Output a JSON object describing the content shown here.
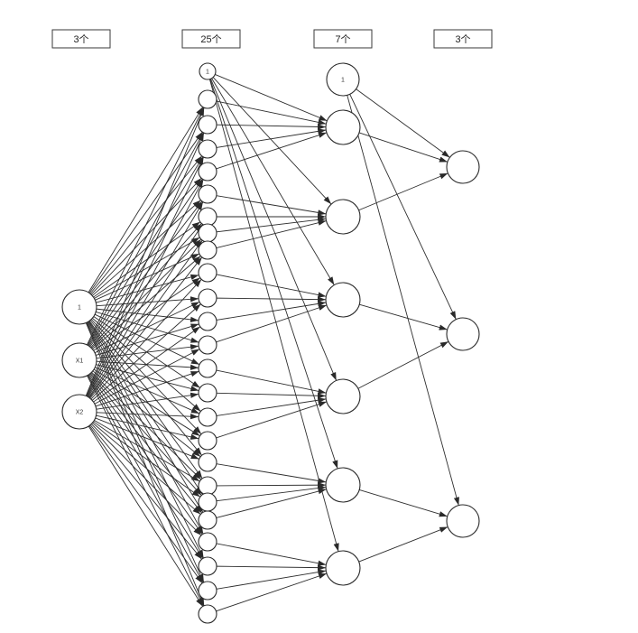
{
  "layers": [
    {
      "label": "3个",
      "nodes": [
        {
          "label": "1"
        },
        {
          "label": "X1"
        },
        {
          "label": "X2"
        }
      ]
    },
    {
      "label": "25个",
      "nodes": [
        {
          "label": "1"
        },
        {
          "label": "",
          "from": [
            0,
            1,
            2
          ]
        },
        {
          "label": "",
          "from": [
            0,
            1,
            2
          ]
        },
        {
          "label": "",
          "from": [
            0,
            1,
            2
          ]
        },
        {
          "label": "",
          "from": [
            0,
            1,
            2
          ]
        },
        {
          "label": "",
          "from": [
            0,
            1,
            2
          ]
        },
        {
          "label": "",
          "from": [
            0,
            1,
            2
          ]
        },
        {
          "label": "",
          "from": [
            0,
            1,
            2
          ]
        },
        {
          "label": "",
          "from": [
            0,
            1,
            2
          ]
        },
        {
          "label": "",
          "from": [
            0,
            1,
            2
          ]
        },
        {
          "label": "",
          "from": [
            0,
            1,
            2
          ]
        },
        {
          "label": "",
          "from": [
            0,
            1,
            2
          ]
        },
        {
          "label": "",
          "from": [
            0,
            1,
            2
          ]
        },
        {
          "label": "",
          "from": [
            0,
            1,
            2
          ]
        },
        {
          "label": "",
          "from": [
            0,
            1,
            2
          ]
        },
        {
          "label": "",
          "from": [
            0,
            1,
            2
          ]
        },
        {
          "label": "",
          "from": [
            0,
            1,
            2
          ]
        },
        {
          "label": "",
          "from": [
            0,
            1,
            2
          ]
        },
        {
          "label": "",
          "from": [
            0,
            1,
            2
          ]
        },
        {
          "label": "",
          "from": [
            0,
            1,
            2
          ]
        },
        {
          "label": "",
          "from": [
            0,
            1,
            2
          ]
        },
        {
          "label": "",
          "from": [
            0,
            1,
            2
          ]
        },
        {
          "label": "",
          "from": [
            0,
            1,
            2
          ]
        },
        {
          "label": "",
          "from": [
            0,
            1,
            2
          ]
        },
        {
          "label": "",
          "from": [
            0,
            1,
            2
          ]
        }
      ]
    },
    {
      "label": "7个",
      "nodes": [
        {
          "label": "1"
        },
        {
          "label": "",
          "from": [
            0,
            1,
            2,
            3,
            4
          ]
        },
        {
          "label": "",
          "from": [
            0,
            5,
            6,
            7,
            8
          ]
        },
        {
          "label": "",
          "from": [
            0,
            9,
            10,
            11,
            12
          ]
        },
        {
          "label": "",
          "from": [
            0,
            13,
            14,
            15,
            16
          ]
        },
        {
          "label": "",
          "from": [
            0,
            17,
            18,
            19,
            20
          ]
        },
        {
          "label": "",
          "from": [
            0,
            21,
            22,
            23,
            24
          ]
        }
      ]
    },
    {
      "label": "3个",
      "nodes": [
        {
          "label": "",
          "from": [
            0,
            1,
            2
          ]
        },
        {
          "label": "",
          "from": [
            0,
            3,
            4
          ]
        },
        {
          "label": "",
          "from": [
            0,
            5,
            6
          ]
        }
      ]
    }
  ]
}
